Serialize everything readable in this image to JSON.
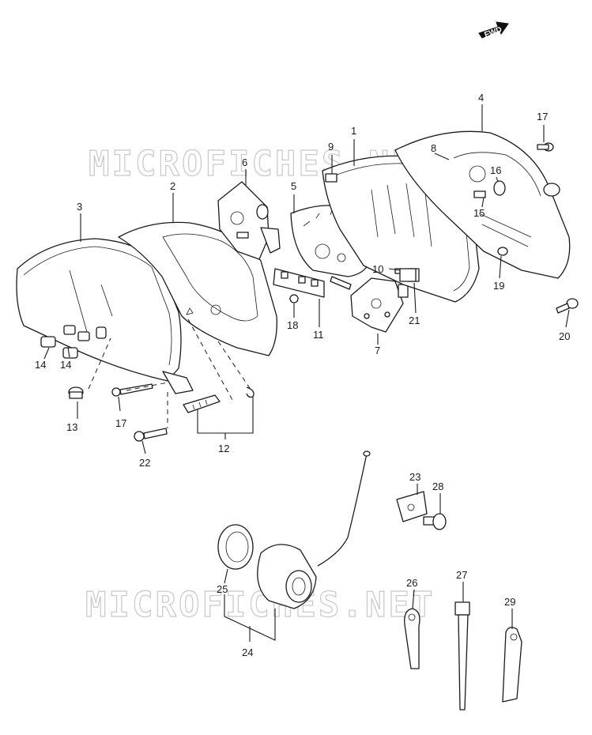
{
  "watermarks": [
    "MICROFICHES.NET",
    "MICROFICHES.NET"
  ],
  "direction_marker": "FWD",
  "part_callouts": [
    "1",
    "2",
    "3",
    "4",
    "5",
    "6",
    "7",
    "8",
    "9",
    "10",
    "11",
    "12",
    "13",
    "14",
    "14",
    "15",
    "16",
    "17",
    "17",
    "18",
    "19",
    "20",
    "21",
    "22",
    "23",
    "24",
    "25",
    "26",
    "27",
    "28",
    "29"
  ]
}
